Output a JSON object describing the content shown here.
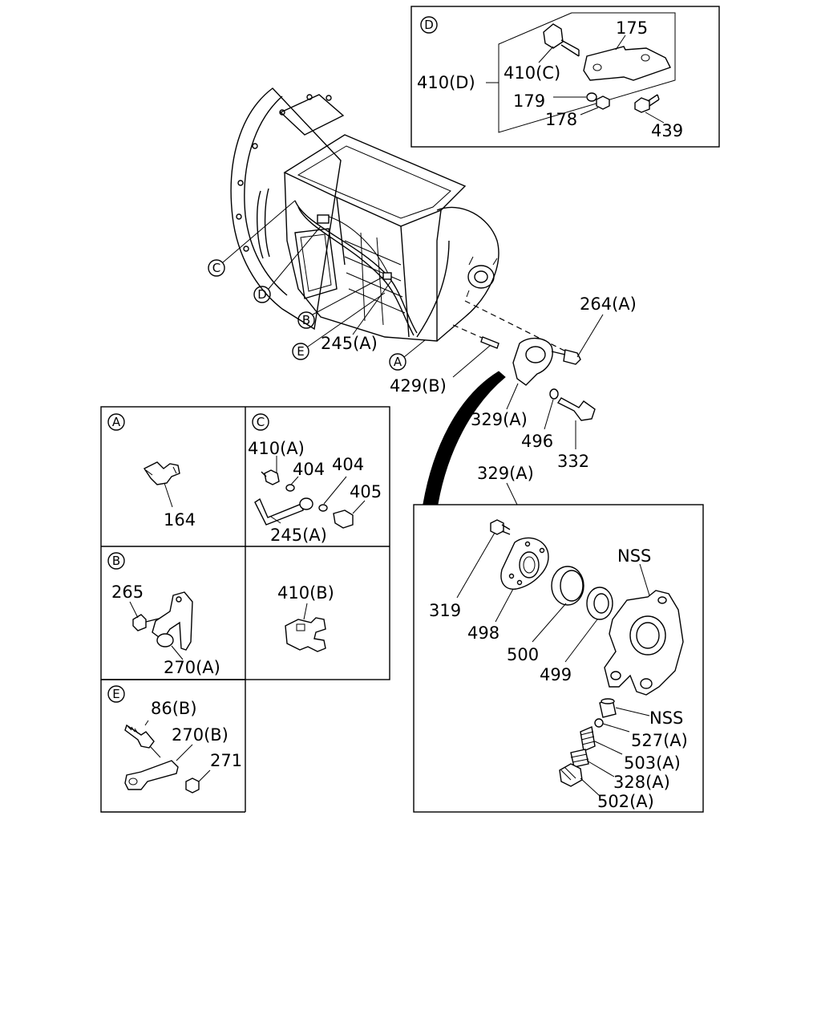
{
  "main": {
    "callout_c": "C",
    "callout_d": "D",
    "callout_b": "B",
    "callout_e": "E",
    "callout_a": "A",
    "label_245a": "245(A)",
    "label_264a": "264(A)",
    "label_429b": "429(B)",
    "label_329a": "329(A)",
    "label_496": "496",
    "label_332": "332"
  },
  "detail_d": {
    "tag": "D",
    "label_175": "175",
    "label_410d": "410(D)",
    "label_410c": "410(C)",
    "label_179": "179",
    "label_178": "178",
    "label_439": "439"
  },
  "detail_a": {
    "tag": "A",
    "label_164": "164"
  },
  "detail_c": {
    "tag": "C",
    "label_410a": "410(A)",
    "label_404_1": "404",
    "label_404_2": "404",
    "label_405": "405",
    "label_245a": "245(A)"
  },
  "detail_b": {
    "tag": "B",
    "label_265": "265",
    "label_270a": "270(A)"
  },
  "detail_410b": {
    "label_410b": "410(B)"
  },
  "detail_e": {
    "tag": "E",
    "label_86b": "86(B)",
    "label_270b": "270(B)",
    "label_271": "271"
  },
  "detail_329": {
    "title": "329(A)",
    "label_nss_1": "NSS",
    "label_319": "319",
    "label_498": "498",
    "label_500": "500",
    "label_499": "499",
    "label_nss_2": "NSS",
    "label_527a": "527(A)",
    "label_503a": "503(A)",
    "label_328a": "328(A)",
    "label_502a": "502(A)"
  }
}
